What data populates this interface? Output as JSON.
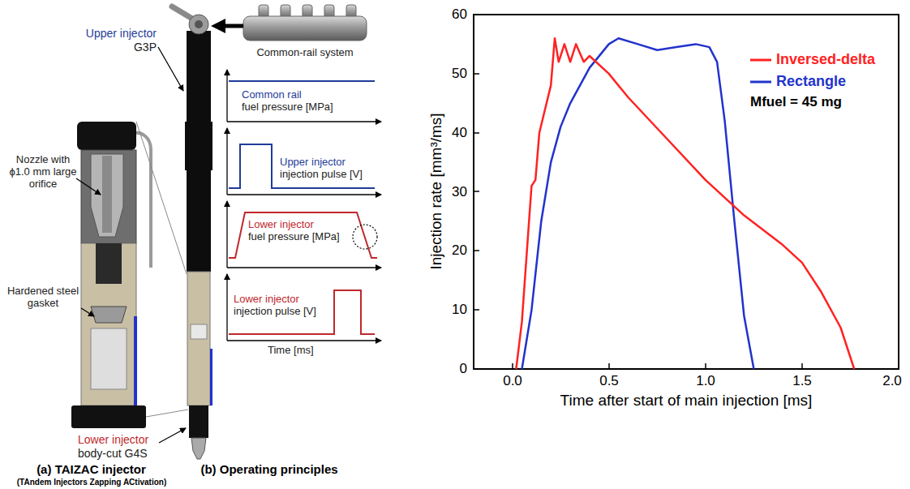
{
  "diagram": {
    "labels": [
      "Upper injector",
      "G3P",
      "Common-rail system",
      "Nozzle with ϕ1.0 mm large orifice",
      "Hardened steel gasket",
      "Lower injector",
      "body-cut G4S",
      "(a) TAIZAC injector",
      "(TAndem Injectors Zapping ACtivation)",
      "(b) Operating principles",
      "Common rail",
      "fuel pressure [MPa]",
      "Upper injector",
      "injection pulse [V]",
      "Lower injector",
      "fuel pressure [MPa]",
      "Lower injector",
      "injection pulse [V]",
      "Time [ms]",
      "60",
      "50",
      "40",
      "30",
      "20",
      "10",
      "0",
      "0.0",
      "0.5",
      "1.0",
      "1.5",
      "2.0",
      "Injection rate [mm³/ms]",
      "Time after start of main injection [ms]",
      "Mfuel = 45 mg"
    ],
    "legend": [
      {
        "text": "Inversed-delta",
        "color": "#ff2222"
      },
      {
        "text": "Rectangle",
        "color": "#2233cc"
      }
    ]
  }
}
